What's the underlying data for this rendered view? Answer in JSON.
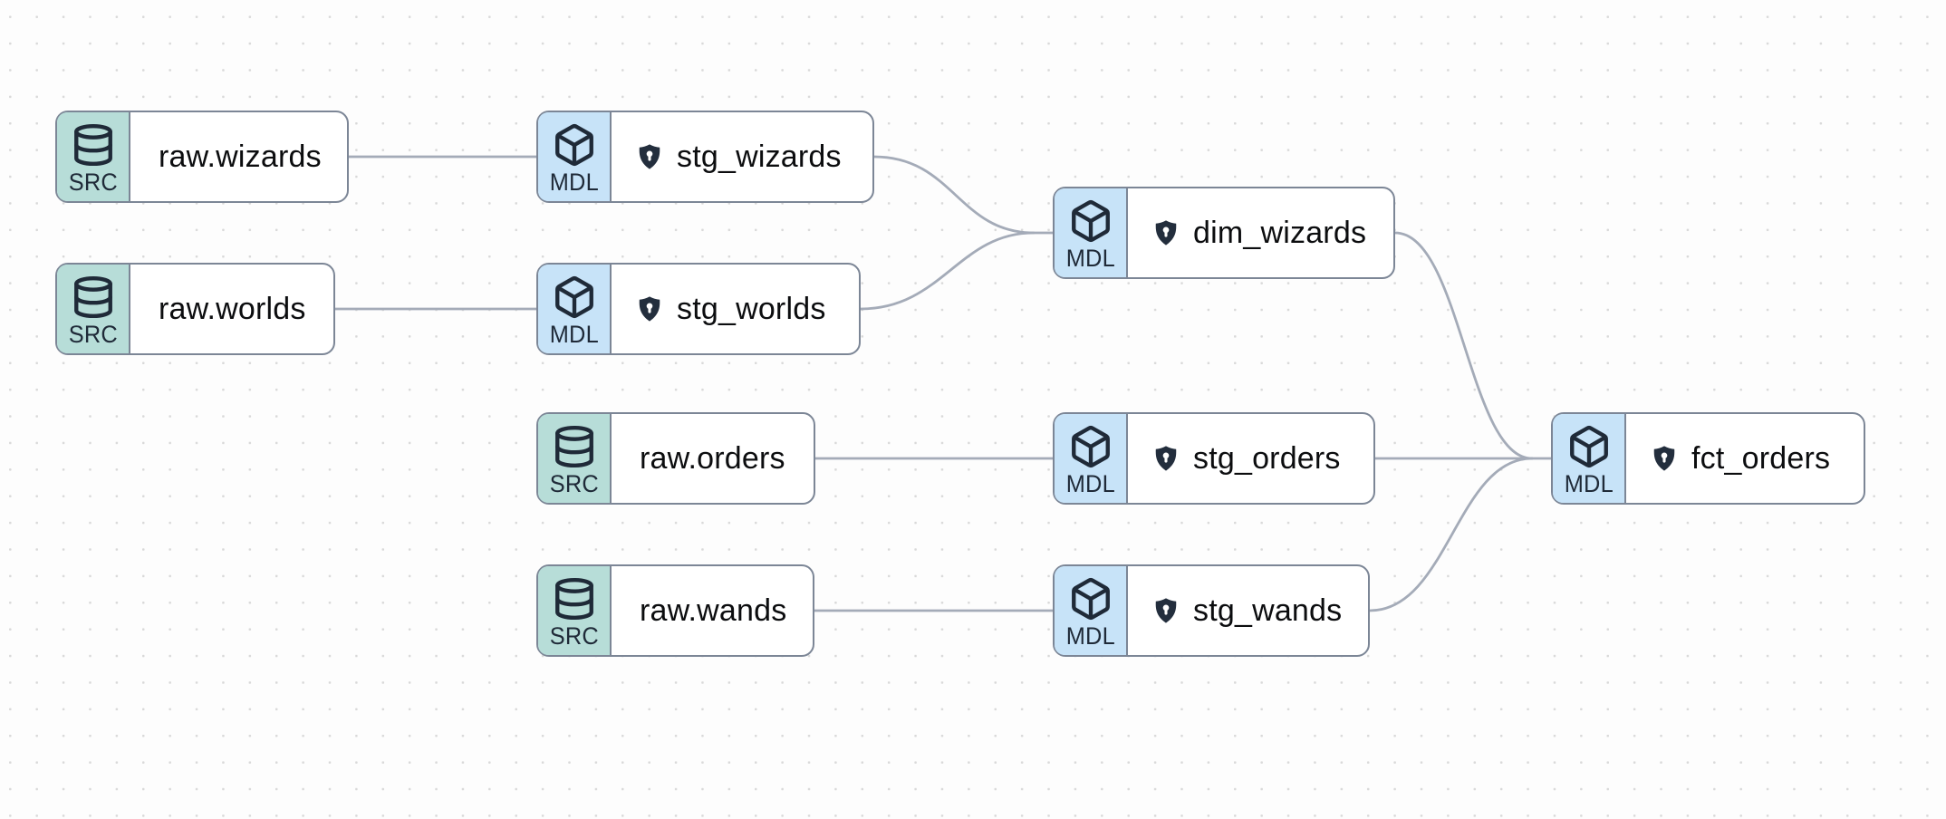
{
  "view": {
    "kind": "data-lineage-graph",
    "background_color": "#fdfdfd",
    "dot_grid_color": "#d9d9d9",
    "edge_color": "#a4abb8",
    "node_border_color": "#7c8696",
    "shield_color": "#232e3d"
  },
  "node_types": {
    "SRC": {
      "label": "SRC",
      "badge_color": "#b7ddd8",
      "icon": "database-icon"
    },
    "MDL": {
      "label": "MDL",
      "badge_color": "#c7e3f8",
      "icon": "cube-icon"
    }
  },
  "nodes": [
    {
      "name": "raw.wizards",
      "type": "SRC",
      "badge": "SRC",
      "contract_shield": false
    },
    {
      "name": "stg_wizards",
      "type": "MDL",
      "badge": "MDL",
      "contract_shield": true
    },
    {
      "name": "raw.worlds",
      "type": "SRC",
      "badge": "SRC",
      "contract_shield": false
    },
    {
      "name": "stg_worlds",
      "type": "MDL",
      "badge": "MDL",
      "contract_shield": true
    },
    {
      "name": "dim_wizards",
      "type": "MDL",
      "badge": "MDL",
      "contract_shield": true
    },
    {
      "name": "raw.orders",
      "type": "SRC",
      "badge": "SRC",
      "contract_shield": false
    },
    {
      "name": "stg_orders",
      "type": "MDL",
      "badge": "MDL",
      "contract_shield": true
    },
    {
      "name": "raw.wands",
      "type": "SRC",
      "badge": "SRC",
      "contract_shield": false
    },
    {
      "name": "stg_wands",
      "type": "MDL",
      "badge": "MDL",
      "contract_shield": true
    },
    {
      "name": "fct_orders",
      "type": "MDL",
      "badge": "MDL",
      "contract_shield": true
    }
  ],
  "edges": [
    {
      "from": "raw.wizards",
      "to": "stg_wizards"
    },
    {
      "from": "raw.worlds",
      "to": "stg_worlds"
    },
    {
      "from": "stg_wizards",
      "to": "dim_wizards"
    },
    {
      "from": "stg_worlds",
      "to": "dim_wizards"
    },
    {
      "from": "raw.orders",
      "to": "stg_orders"
    },
    {
      "from": "raw.wands",
      "to": "stg_wands"
    },
    {
      "from": "dim_wizards",
      "to": "fct_orders"
    },
    {
      "from": "stg_orders",
      "to": "fct_orders"
    },
    {
      "from": "stg_wands",
      "to": "fct_orders"
    }
  ]
}
